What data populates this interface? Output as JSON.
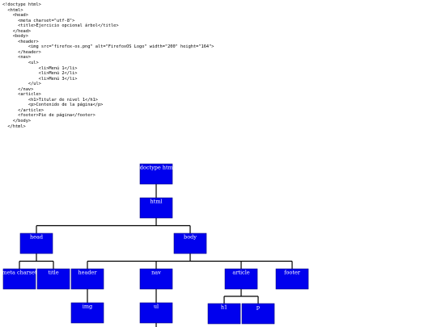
{
  "code_lines": [
    "<!doctype html>",
    "  <html>",
    "    <head>",
    "      <meta charset=\"utf-8\">",
    "      <title>Ejercicio opcional árbol</title>",
    "    </head>",
    "    <body>",
    "      <header>",
    "          <img src=\"firefox-os.png\" alt=\"FirefoxOS Logo\" width=\"200\" height=\"164\">",
    "      </header>",
    "      <nav>",
    "          <ul>",
    "              <li>Menú 1</li>",
    "              <li>Menú 2</li>",
    "              <li>Menú 3</li>",
    "          </ul>",
    "      </nav>",
    "      <article>",
    "          <h1>Titular de nivel 1</h1>",
    "          <p>Contenido de la página</p>",
    "      </article>",
    "      <footer>Pie de página</footer>",
    "    </body>",
    "  </html>"
  ],
  "colors": {
    "node_fill": "#0000ee",
    "node_border": "#000080",
    "edge": "#000000"
  },
  "tree": {
    "nodes": [
      {
        "id": "doctype",
        "label": "!doctype html"
      },
      {
        "id": "html",
        "label": "html"
      },
      {
        "id": "head",
        "label": "head"
      },
      {
        "id": "body",
        "label": "body"
      },
      {
        "id": "meta",
        "label": "meta charset"
      },
      {
        "id": "title",
        "label": "title"
      },
      {
        "id": "header",
        "label": "header"
      },
      {
        "id": "nav",
        "label": "nav"
      },
      {
        "id": "article",
        "label": "article"
      },
      {
        "id": "footer",
        "label": "footer"
      },
      {
        "id": "img",
        "label": "img"
      },
      {
        "id": "ul",
        "label": "ul"
      },
      {
        "id": "h1",
        "label": "h1"
      },
      {
        "id": "p",
        "label": "p"
      }
    ],
    "edges": [
      [
        "doctype",
        "html"
      ],
      [
        "html",
        "head"
      ],
      [
        "html",
        "body"
      ],
      [
        "head",
        "meta"
      ],
      [
        "head",
        "title"
      ],
      [
        "body",
        "header"
      ],
      [
        "body",
        "nav"
      ],
      [
        "body",
        "article"
      ],
      [
        "body",
        "footer"
      ],
      [
        "header",
        "img"
      ],
      [
        "nav",
        "ul"
      ],
      [
        "article",
        "h1"
      ],
      [
        "article",
        "p"
      ]
    ]
  }
}
